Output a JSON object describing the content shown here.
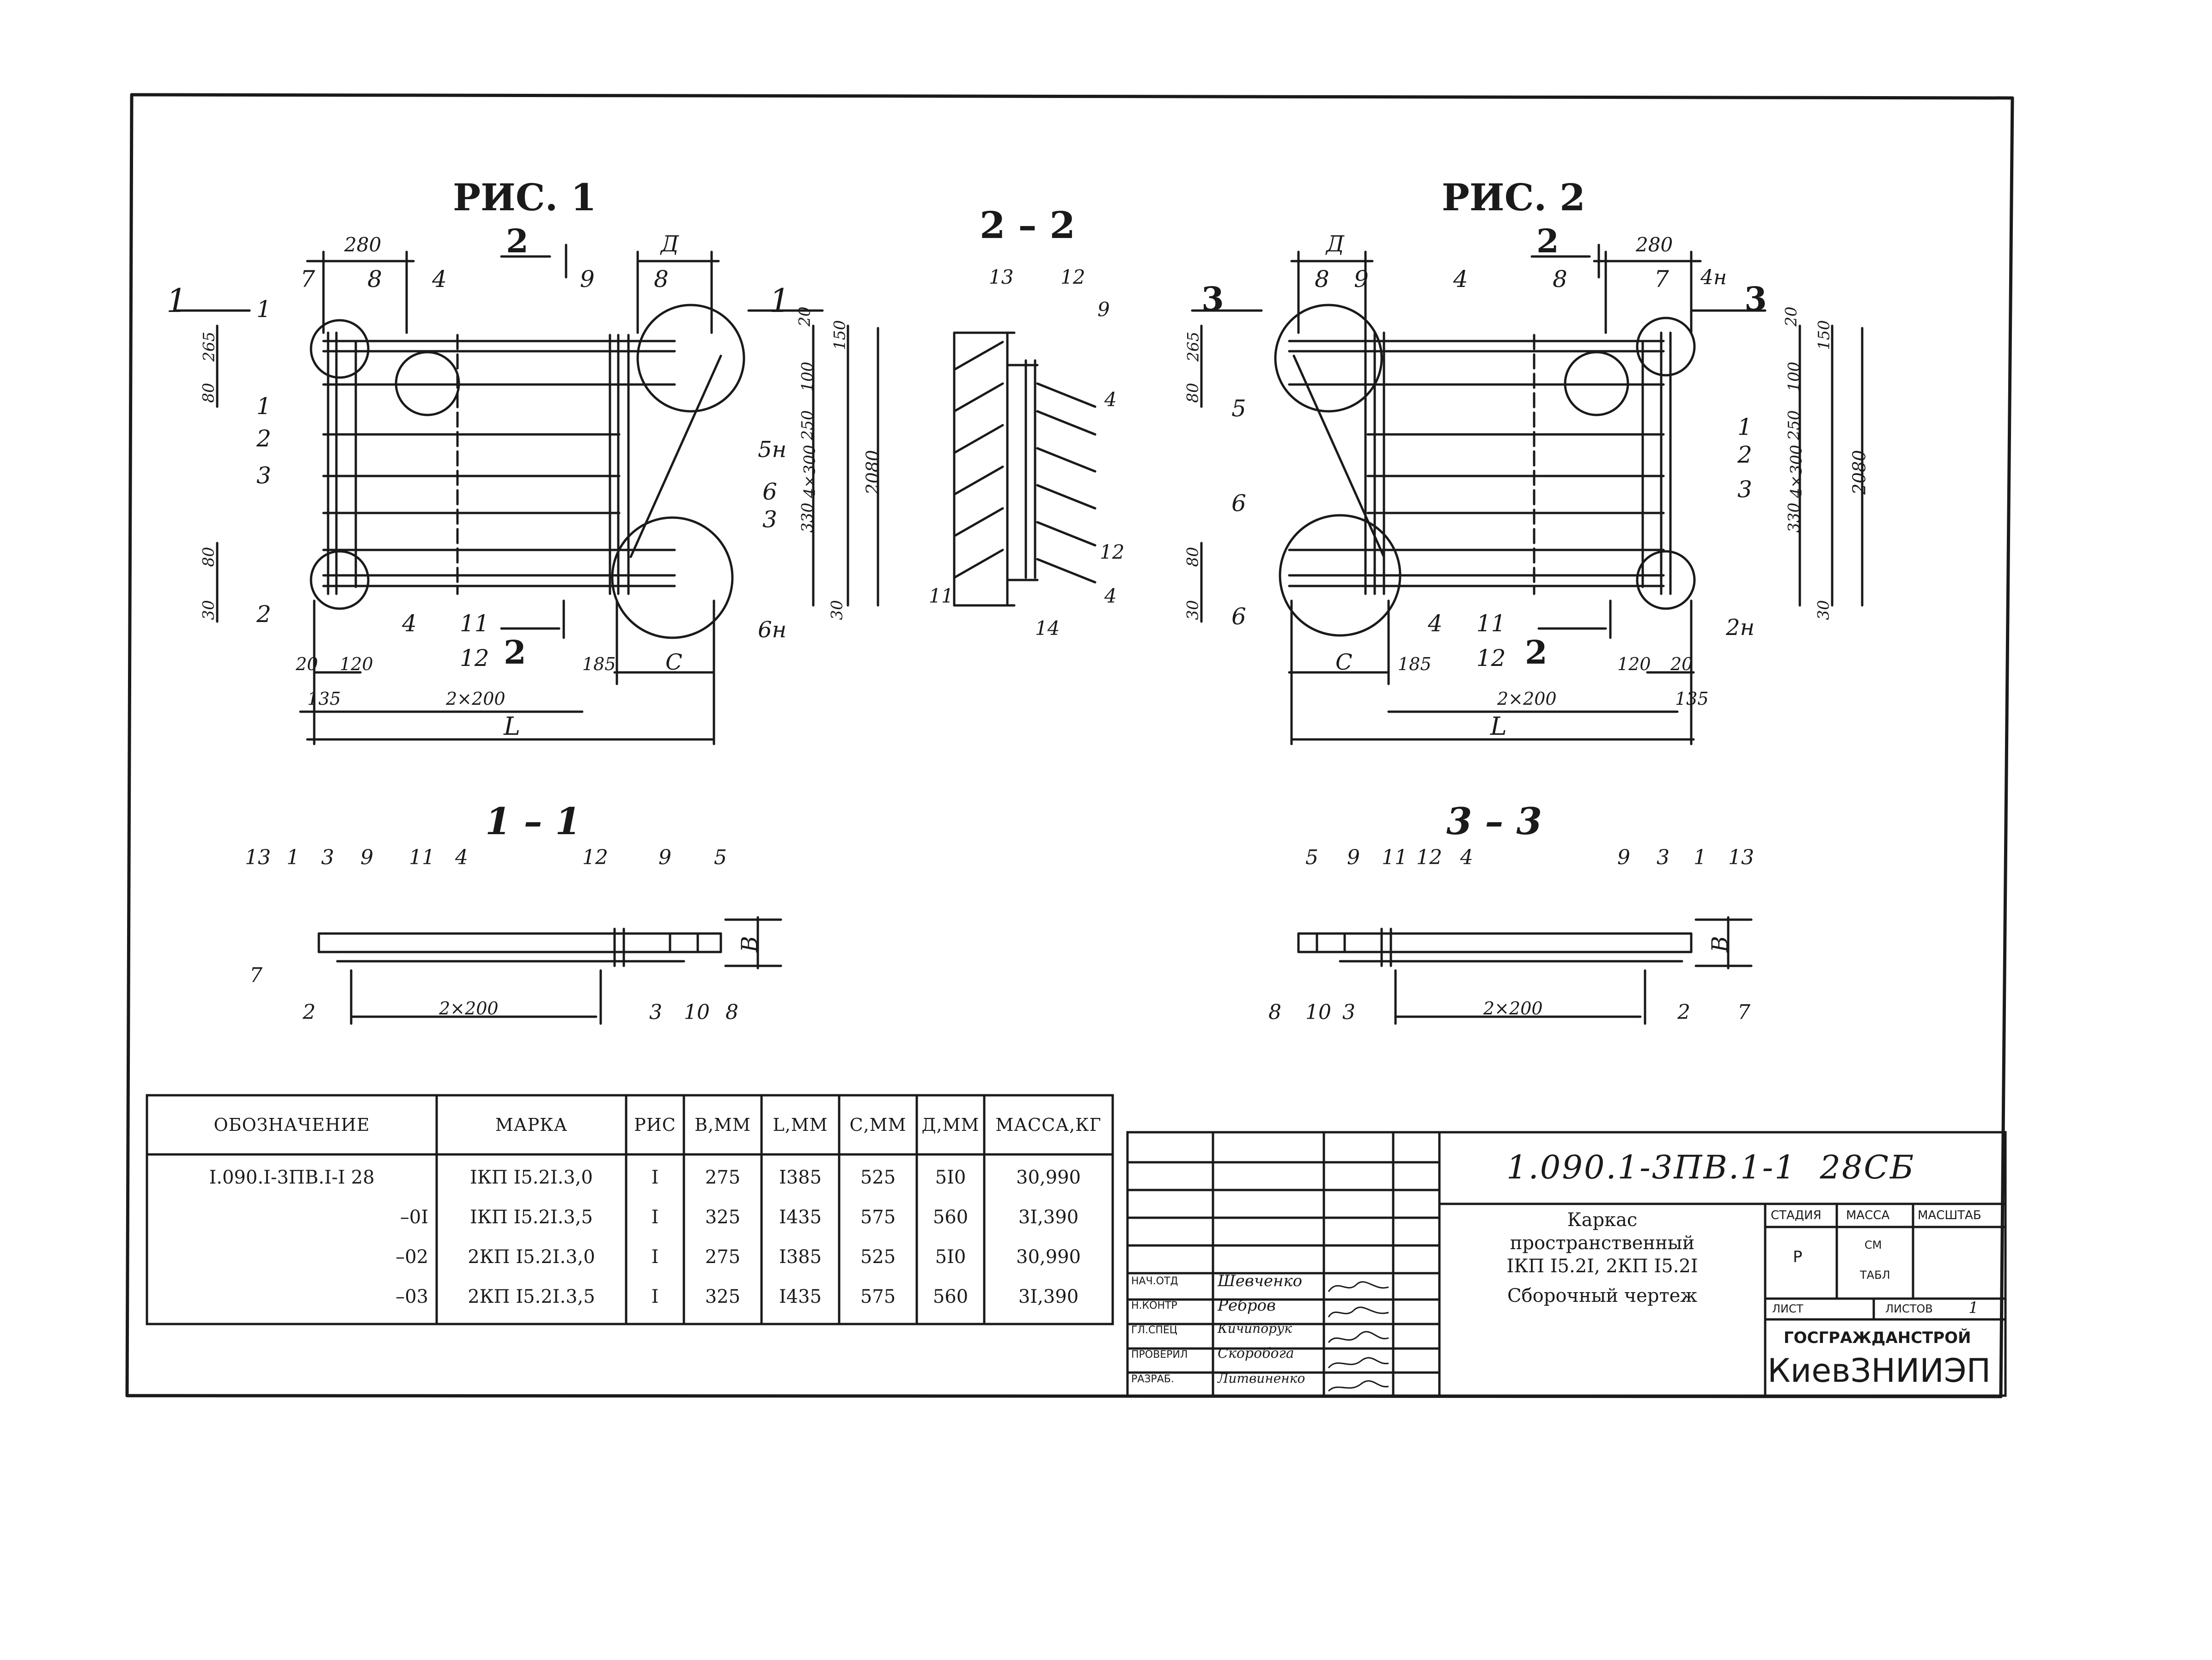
{
  "figures": {
    "fig1_title": "РИС. 1",
    "fig2_title": "РИС. 2",
    "sec22": "2 – 2",
    "sec11": "1 – 1",
    "sec33": "3 – 3"
  },
  "fig1": {
    "dims_top": [
      "280",
      "Д"
    ],
    "cut_top_left": "1",
    "cut_top_2": "2",
    "cut_top_right": "1",
    "cut_bottom_2": "2",
    "pos_top": [
      "7",
      "8",
      "4",
      "9",
      "8"
    ],
    "pos_left": [
      "1",
      "1",
      "2",
      "3",
      "2"
    ],
    "pos_right": [
      "5н",
      "6",
      "3",
      "6н"
    ],
    "dims_left": [
      "265",
      "80",
      "80",
      "30"
    ],
    "dims_right": [
      "20",
      "150",
      "100",
      "250",
      "4×300",
      "2080",
      "330",
      "30"
    ],
    "pos_bottom": [
      "4",
      "11",
      "12"
    ],
    "dims_bottom": [
      "20",
      "120",
      "185",
      "C",
      "135",
      "2×200",
      "L"
    ]
  },
  "sec22_labels": [
    "13",
    "12",
    "9",
    "4",
    "12",
    "11",
    "14",
    "4"
  ],
  "fig2": {
    "dims_top": [
      "Д",
      "280"
    ],
    "cut_top_left": "3",
    "cut_top_2": "2",
    "cut_top_right": "3",
    "cut_bottom_2": "2",
    "pos_top": [
      "8",
      "9",
      "4",
      "8",
      "7",
      "4н"
    ],
    "pos_left": [
      "5",
      "6",
      "6"
    ],
    "pos_right": [
      "1",
      "2",
      "3",
      "2н"
    ],
    "dims_left": [
      "265",
      "80",
      "80",
      "30"
    ],
    "dims_right": [
      "20",
      "150",
      "100",
      "250",
      "4×300",
      "2080",
      "330",
      "30"
    ],
    "pos_bottom": [
      "4",
      "11",
      "12"
    ],
    "dims_bottom": [
      "C",
      "185",
      "120",
      "20",
      "2×200",
      "135",
      "L"
    ]
  },
  "sec11_labels": [
    "13",
    "1",
    "3",
    "9",
    "11",
    "4",
    "12",
    "9",
    "5",
    "7",
    "2",
    "3",
    "10",
    "8",
    "2×200",
    "B"
  ],
  "sec33_labels": [
    "5",
    "9",
    "11",
    "12",
    "4",
    "9",
    "3",
    "1",
    "13",
    "8",
    "10",
    "3",
    "2×200",
    "2",
    "7",
    "B"
  ],
  "spec_table": {
    "headers": [
      "ОБОЗНАЧЕНИЕ",
      "МАРКА",
      "РИС",
      "В,ММ",
      "L,ММ",
      "С,ММ",
      "Д,ММ",
      "МАССА,КГ"
    ],
    "rows": [
      [
        "I.090.I-3ПВ.I-I 28",
        "IКП I5.2I.3,0",
        "I",
        "275",
        "I385",
        "525",
        "5I0",
        "30,990"
      ],
      [
        "–0I",
        "IКП I5.2I.3,5",
        "I",
        "325",
        "I435",
        "575",
        "560",
        "3I,390"
      ],
      [
        "–02",
        "2КП I5.2I.3,0",
        "I",
        "275",
        "I385",
        "525",
        "5I0",
        "30,990"
      ],
      [
        "–03",
        "2КП I5.2I.3,5",
        "I",
        "325",
        "I435",
        "575",
        "560",
        "3I,390"
      ]
    ]
  },
  "title_block": {
    "doc_code": "1.090.1-3ПВ.1-1  28СБ",
    "name_lines": [
      "Каркас",
      "пространственный",
      "IКП I5.2I, 2КП I5.2I",
      "Сборочный чертеж"
    ],
    "col_stage": "СТАДИЯ",
    "col_mass": "МАССА",
    "col_scale": "МАСШТАБ",
    "stage_value": "Р",
    "mass_value_1": "СМ",
    "mass_value_2": "ТАБЛ",
    "sheet_label": "ЛИСТ",
    "sheets_label": "ЛИСТОВ",
    "sheets_value": "1",
    "org_1": "ГОСГРАЖДАНСТРОЙ",
    "org_2": "КиевЗНИИЭП",
    "signatures": [
      {
        "role": "НАЧ.ОТД",
        "name": "Шевченко"
      },
      {
        "role": "Н.КОНТР",
        "name": "Ребров"
      },
      {
        "role": "ГЛ.СПЕЦ",
        "name": "Кичипорук"
      },
      {
        "role": "ПРОВЕРИЛ",
        "name": "Скоробога"
      },
      {
        "role": "РАЗРАБ.",
        "name": "Литвиненко"
      }
    ]
  }
}
